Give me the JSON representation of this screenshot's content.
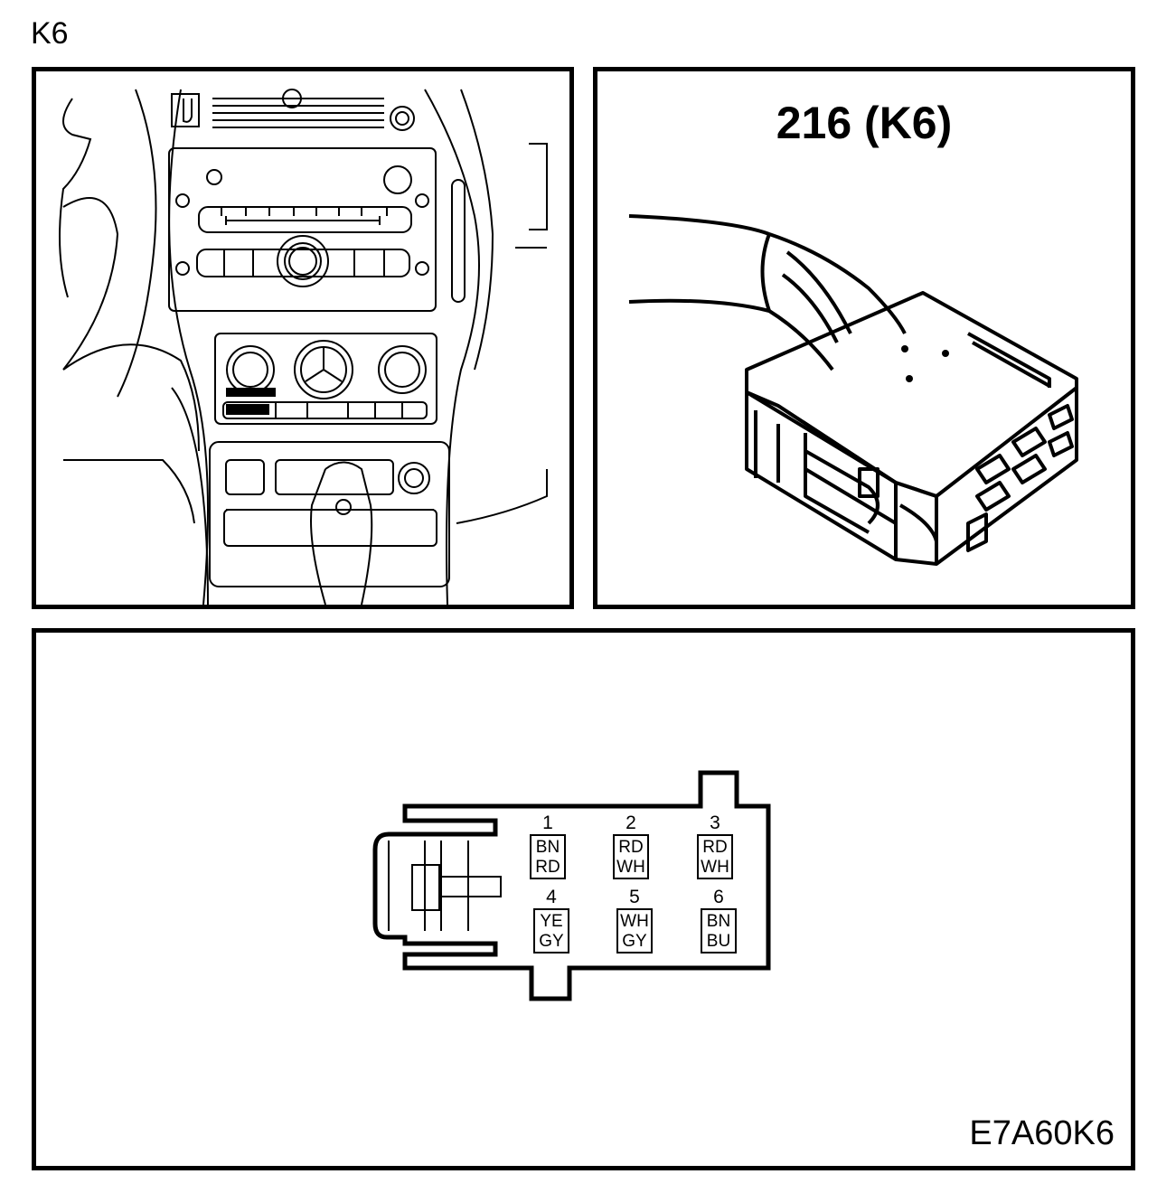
{
  "page_label": "K6",
  "connector_title": "216 (K6)",
  "figure_code": "E7A60K6",
  "pins": [
    {
      "number": "1",
      "wire1": "BN",
      "wire2": "RD"
    },
    {
      "number": "2",
      "wire1": "RD",
      "wire2": "WH"
    },
    {
      "number": "3",
      "wire1": "RD",
      "wire2": "WH"
    },
    {
      "number": "4",
      "wire1": "YE",
      "wire2": "GY"
    },
    {
      "number": "5",
      "wire1": "WH",
      "wire2": "GY"
    },
    {
      "number": "6",
      "wire1": "BN",
      "wire2": "BU"
    }
  ]
}
